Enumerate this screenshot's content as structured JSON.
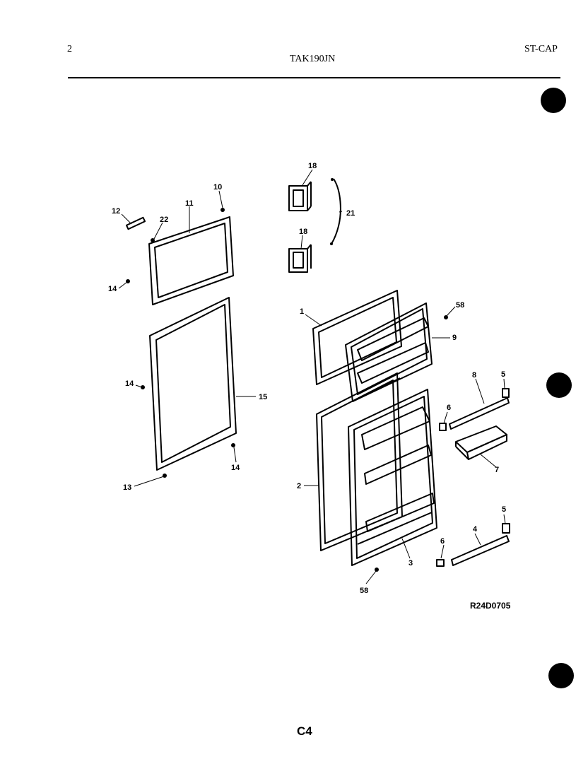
{
  "header": {
    "page_number": "2",
    "model": "TAK190JN",
    "category": "ST-CAP"
  },
  "footer": {
    "drawing_ref": "R24D0705",
    "page_code": "C4"
  },
  "callouts": [
    {
      "id": "12",
      "text": "12"
    },
    {
      "id": "22",
      "text": "22"
    },
    {
      "id": "11",
      "text": "11"
    },
    {
      "id": "10",
      "text": "10"
    },
    {
      "id": "14a",
      "text": "14"
    },
    {
      "id": "14b",
      "text": "14"
    },
    {
      "id": "15",
      "text": "15"
    },
    {
      "id": "14c",
      "text": "14"
    },
    {
      "id": "13",
      "text": "13"
    },
    {
      "id": "18a",
      "text": "18"
    },
    {
      "id": "21",
      "text": "21"
    },
    {
      "id": "18b",
      "text": "18"
    },
    {
      "id": "1",
      "text": "1"
    },
    {
      "id": "58a",
      "text": "58"
    },
    {
      "id": "9",
      "text": "9"
    },
    {
      "id": "8",
      "text": "8"
    },
    {
      "id": "5a",
      "text": "5"
    },
    {
      "id": "6a",
      "text": "6"
    },
    {
      "id": "7",
      "text": "7"
    },
    {
      "id": "2",
      "text": "2"
    },
    {
      "id": "5b",
      "text": "5"
    },
    {
      "id": "6b",
      "text": "6"
    },
    {
      "id": "4",
      "text": "4"
    },
    {
      "id": "3",
      "text": "3"
    },
    {
      "id": "58b",
      "text": "58"
    }
  ]
}
